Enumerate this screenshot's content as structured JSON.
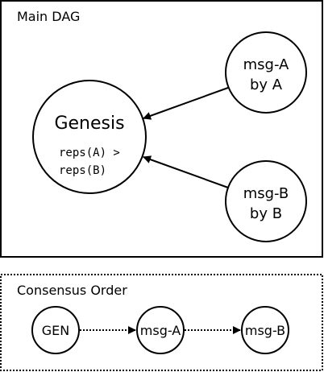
{
  "main_dag": {
    "title": "Main DAG",
    "genesis": {
      "label": "Genesis",
      "note_line1": "reps(A) >",
      "note_line2": "reps(B)"
    },
    "msg_a": {
      "line1": "msg-A",
      "line2": "by A"
    },
    "msg_b": {
      "line1": "msg-B",
      "line2": "by B"
    }
  },
  "consensus": {
    "title": "Consensus Order",
    "nodes": [
      "GEN",
      "msg-A",
      "msg-B"
    ]
  },
  "colors": {
    "stroke": "#000000",
    "background": "#ffffff"
  }
}
